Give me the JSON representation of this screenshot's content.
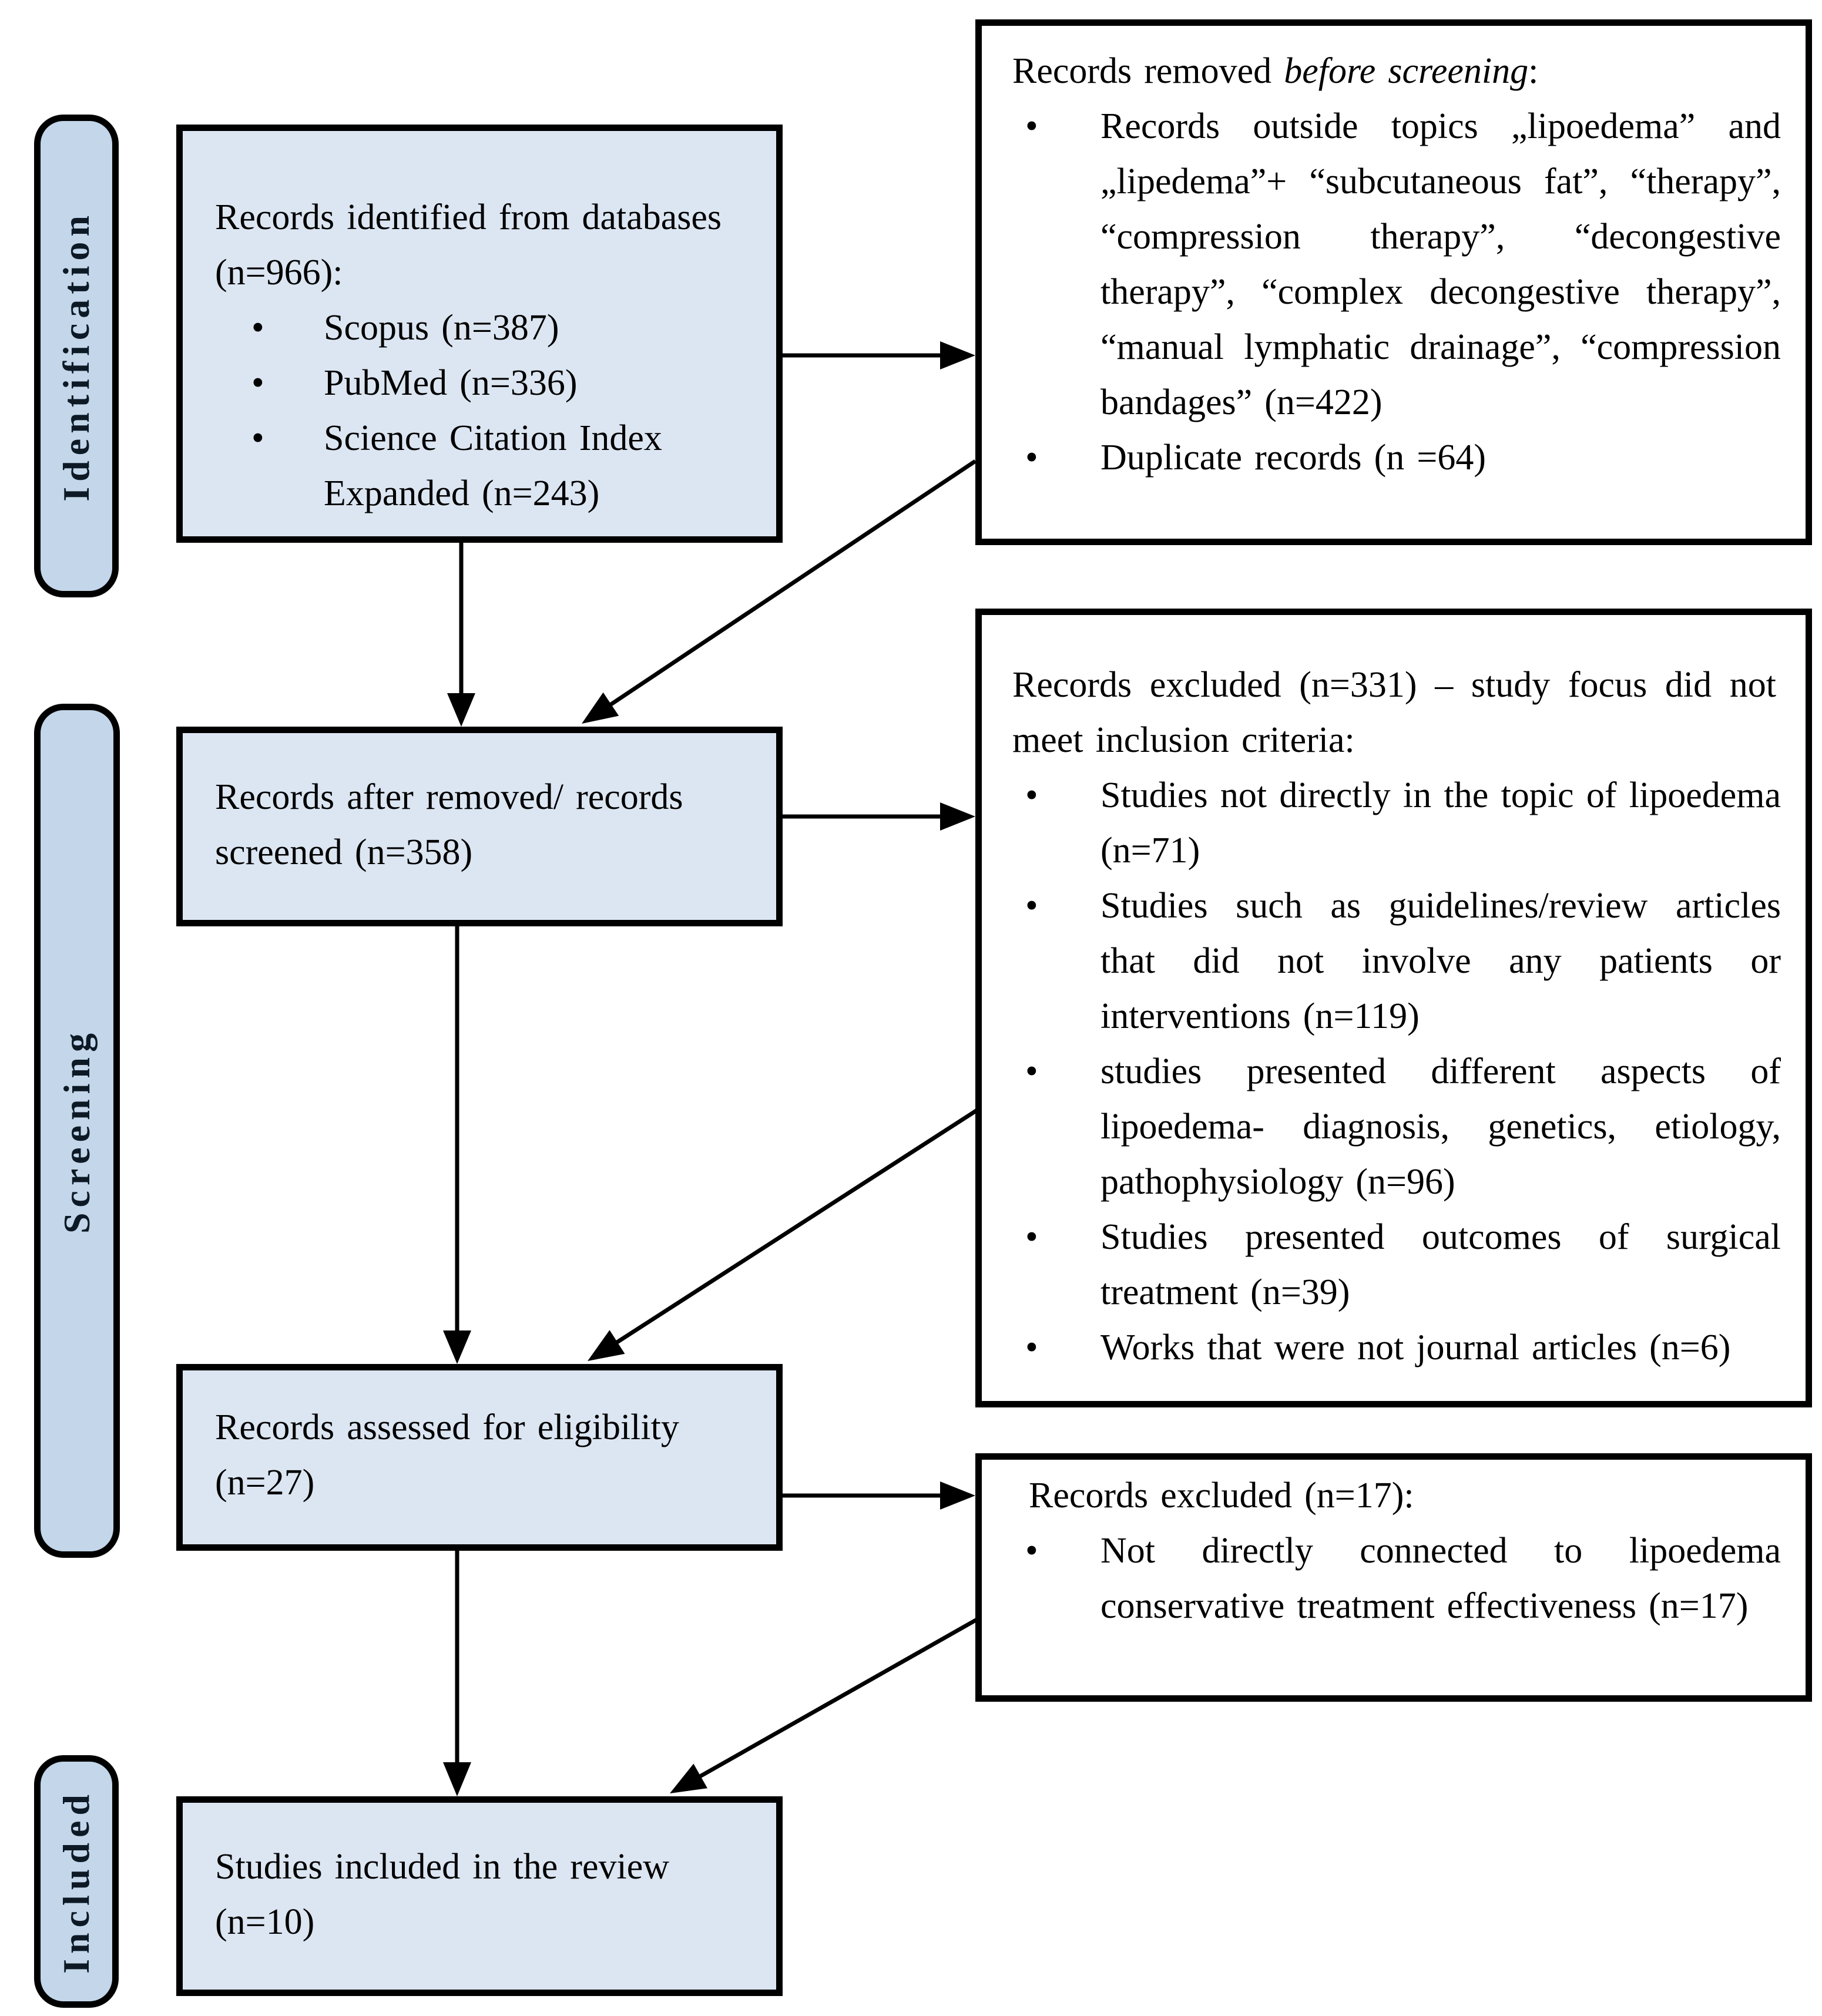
{
  "glyphs": {
    "bullet": "•"
  },
  "colors": {
    "main_box_fill": "#dce6f2",
    "stage_label_fill": "#c3d6ea",
    "line_color": "#000000"
  },
  "stages": {
    "identification": "Identification",
    "screening": "Screening",
    "included": "Included"
  },
  "boxes": {
    "identified": {
      "text": "Records identified from databases (n=966):",
      "bullets": [
        "Scopus (n=387)",
        "PubMed (n=336)",
        "Science Citation Index Expanded (n=243)"
      ]
    },
    "screened": {
      "text": "Records after removed/ records screened (n=358)"
    },
    "assessed": {
      "text": "Records assessed for eligibility (n=27)"
    },
    "included": {
      "text": "Studies included in the review (n=10)"
    }
  },
  "side_boxes": {
    "removed": {
      "header_prefix": "Records removed ",
      "header_italic": "before screening",
      "header_suffix": ":",
      "bullets": [
        "Records outside topics „lipoedema” and „lipedema”+ “subcutaneous fat”, “therapy”, “compression therapy”, “decongestive therapy”, “complex decongestive therapy”, “manual lymphatic drainage”, “compression bandages” (n=422)",
        "Duplicate records (n =64)"
      ]
    },
    "excluded_screening": {
      "header": "Records excluded (n=331) – study focus did not meet inclusion criteria:",
      "bullets": [
        "Studies not directly in the topic of lipoedema (n=71)",
        "Studies such as guidelines/review articles that did not involve any patients or interventions (n=119)",
        "studies presented different aspects of lipoedema- diagnosis, genetics, etiology, pathophysiology (n=96)",
        "Studies presented outcomes of surgical treatment (n=39)",
        "Works that were not journal articles (n=6)"
      ]
    },
    "excluded_eligibility": {
      "header": "Records excluded (n=17):",
      "bullets": [
        "Not directly connected to lipoedema conservative treatment effectiveness (n=17)"
      ]
    }
  }
}
